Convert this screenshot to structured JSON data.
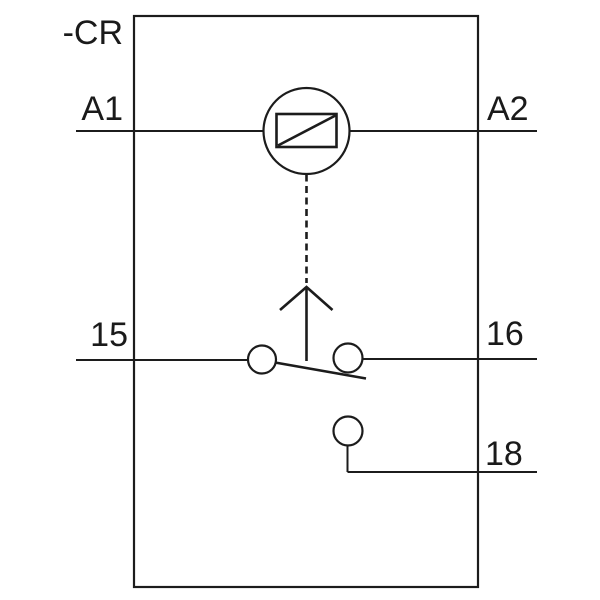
{
  "diagram": {
    "type": "relay-wiring-schematic",
    "labels": {
      "reference_designator": "-CR",
      "coil_terminal_left": "A1",
      "coil_terminal_right": "A2",
      "contact_common": "15",
      "contact_nc": "16",
      "contact_no": "18"
    },
    "icons": {
      "coil": "relay-coil-symbol",
      "actuation": "actuation-arrow-icon",
      "contact": "changeover-contact-symbol"
    },
    "colors": {
      "line": "#1c1c1c",
      "text": "#1a1a1a",
      "background": "#ffffff"
    }
  }
}
